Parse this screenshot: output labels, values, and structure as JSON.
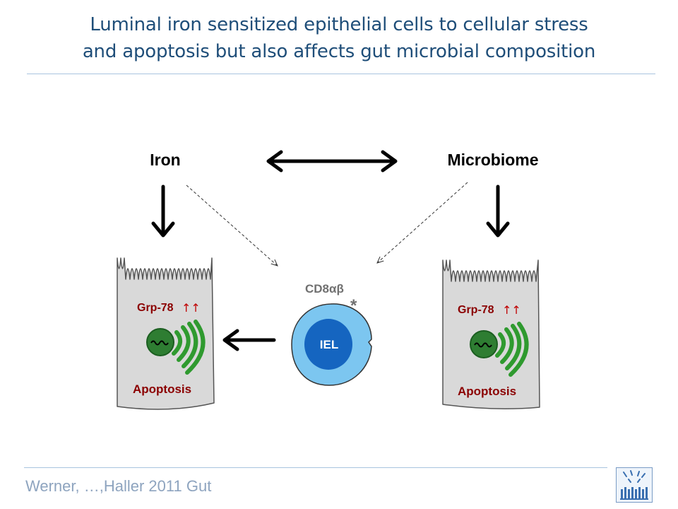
{
  "slide": {
    "title_line1": "Luminal iron sensitized epithelial cells to cellular stress",
    "title_line2": "and apoptosis but also affects gut microbial composition",
    "citation": "Werner, …,Haller 2011 Gut"
  },
  "diagram": {
    "iron_label": "Iron",
    "microbiome_label": "Microbiome",
    "left_cell": {
      "marker": "Grp-78",
      "marker_arrows": "↑↑",
      "outcome": "Apoptosis"
    },
    "right_cell": {
      "marker": "Grp-78",
      "marker_arrows": "↑↑",
      "outcome": "Apoptosis"
    },
    "t_cell": {
      "surface_label": "CD8αβ",
      "core_label": "IEL",
      "star": "*"
    }
  },
  "colors": {
    "title": "#1f4e79",
    "cell_fill": "#d9d9d9",
    "nucleus": "#2e7d32",
    "er": "#2f9a2f",
    "iel_outer": "#7cc6f0",
    "iel_inner": "#1565c0",
    "marker_text": "#8b0000"
  },
  "icons": {
    "logo": "crypt-logo-icon"
  }
}
